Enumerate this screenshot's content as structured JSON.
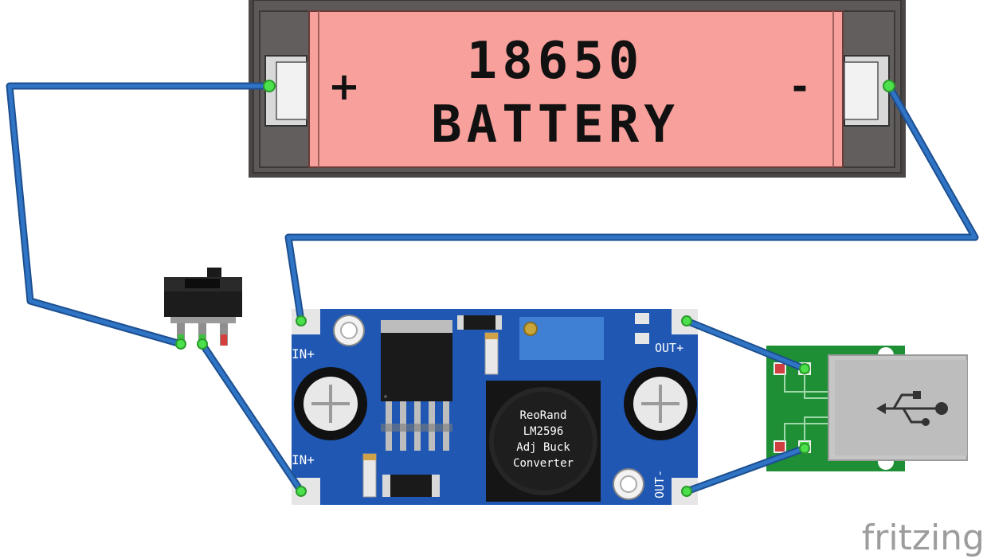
{
  "battery": {
    "line1": "18650",
    "line2": "BATTERY",
    "plus": "+",
    "minus": "-"
  },
  "buck": {
    "in_plus_top": "IN+",
    "in_plus_bottom": "IN+",
    "out_plus": "OUT+",
    "out_minus": "OUT-",
    "chip": [
      "ReoRand",
      "LM2596",
      "Adj Buck",
      "Converter"
    ]
  },
  "watermark": "fritzing",
  "colors": {
    "wire": "#2f74c5",
    "board": "#1f57b3",
    "battery": "#f8a09b",
    "usb_pcb": "#1e8f35",
    "pad_glow": "#4ce04c"
  }
}
